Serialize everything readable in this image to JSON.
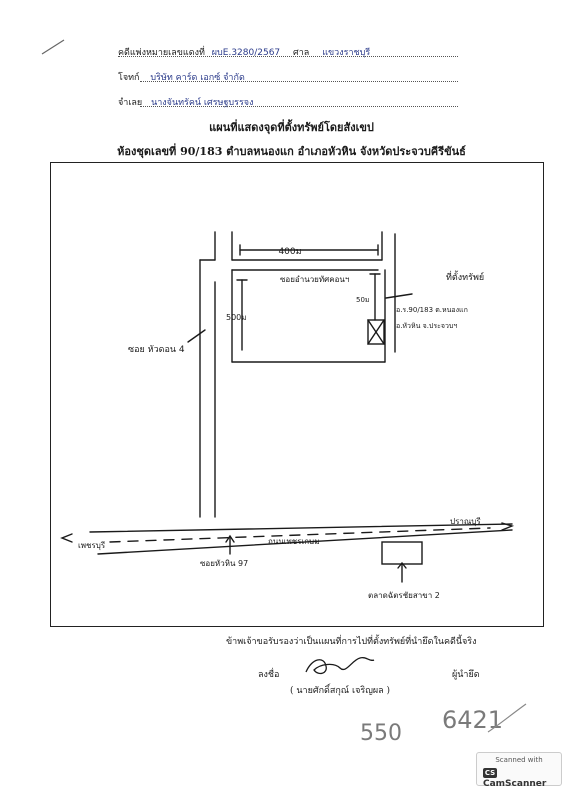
{
  "header": {
    "case_label": "คดีแพ่งหมายเลขแดงที่",
    "case_number": "ผบE.3280/2567",
    "court_label": "ศาล",
    "court_name": "แขวงราชบุรี",
    "plaintiff_label": "โจทก์",
    "plaintiff_name": "บริษัท คาร์ด เอกซ์ จำกัด",
    "defendant_label": "จำเลย",
    "defendant_name": "นางจันทรัคน์ เศรษฐบรรจง"
  },
  "title": {
    "line1": "แผนที่แสดงจุดที่ตั้งทรัพย์โดยสังเขป",
    "line2": "ห้องชุดเลขที่ 90/183 ตำบลหนองแก อำเภอหัวหิน จังหวัดประจวบคีรีขันธ์"
  },
  "map": {
    "dist_400": "400ม",
    "dist_500": "500ม",
    "dist_50": "50ม",
    "soi_top": "ซอยอำนวยทัศคอนฯ",
    "soi_left": "ซอย หัวดอน 4",
    "soi_bottom": "ซอยหัวหิน 97",
    "road_main": "ถนนเพชรเกษม",
    "dir_left": "เพชรบุรี",
    "dir_right": "ปราณบุรี",
    "property_label": "ที่ตั้งทรัพย์",
    "property_detail_1": "อ.ร.90/183 ต.หนองแก",
    "property_detail_2": "อ.หัวหิน จ.ประจวบฯ",
    "landmark": "ตลาดฉัตรชัยสาขา 2"
  },
  "certification": {
    "text": "ข้าพเจ้าขอรับรองว่าเป็นแผนที่การไปที่ตั้งทรัพย์ที่นำยึดในคดีนี้จริง",
    "sign_label": "ลงชื่อ",
    "role": "ผู้นำยึด",
    "name": "( นายศักดิ์สกุณ์ เจริญผล )"
  },
  "handwritten_numbers": {
    "left": "550",
    "right": "6421"
  },
  "scanner_badge": {
    "top": "Scanned with",
    "main": "CamScanner"
  }
}
